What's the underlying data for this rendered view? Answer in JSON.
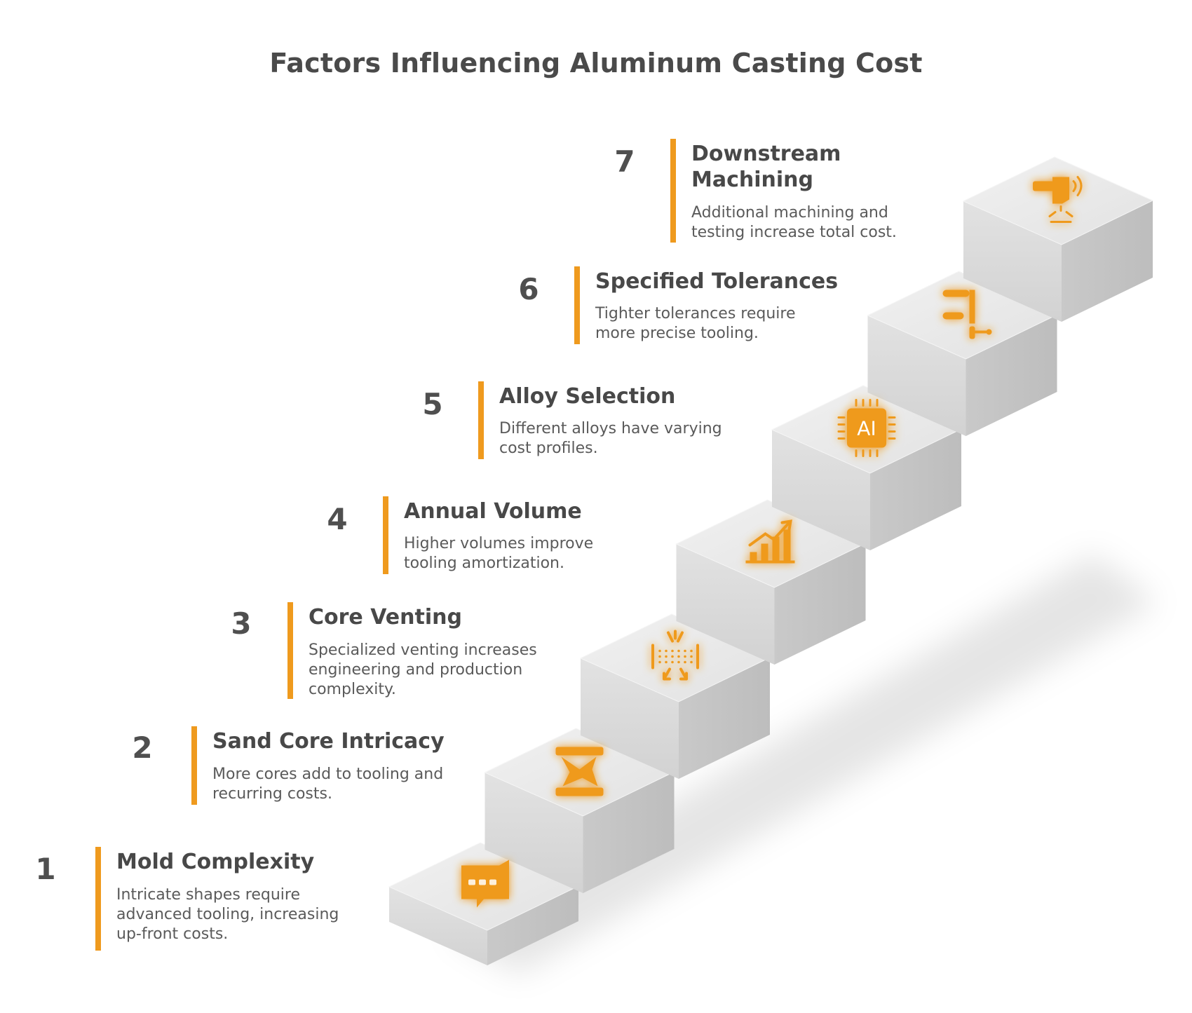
{
  "title": "Factors Influencing Aluminum Casting Cost",
  "colors": {
    "accent": "#ef9a1e",
    "text_dark": "#484848",
    "text_body": "#5a5a5a",
    "step_top": "#e9e9e9",
    "step_front": "#dcdcdc",
    "step_side": "#cbcbcb"
  },
  "steps": [
    {
      "number": "1",
      "title_lines": [
        "Mold Complexity"
      ],
      "desc_lines": [
        "Intricate shapes require",
        "advanced tooling, increasing",
        "up-front costs."
      ],
      "icon": "mold-icon"
    },
    {
      "number": "2",
      "title_lines": [
        "Sand Core Intricacy"
      ],
      "desc_lines": [
        "More cores add to tooling and",
        "recurring costs."
      ],
      "icon": "sand-core-icon"
    },
    {
      "number": "3",
      "title_lines": [
        "Core Venting"
      ],
      "desc_lines": [
        "Specialized venting increases",
        "engineering and production",
        "complexity."
      ],
      "icon": "venting-icon"
    },
    {
      "number": "4",
      "title_lines": [
        "Annual Volume"
      ],
      "desc_lines": [
        "Higher volumes improve",
        "tooling amortization."
      ],
      "icon": "growth-chart-icon"
    },
    {
      "number": "5",
      "title_lines": [
        "Alloy Selection"
      ],
      "desc_lines": [
        "Different alloys have varying",
        "cost profiles."
      ],
      "icon": "chip-icon",
      "icon_text": "AI"
    },
    {
      "number": "6",
      "title_lines": [
        "Specified Tolerances"
      ],
      "desc_lines": [
        "Tighter tolerances require",
        "more precise tooling."
      ],
      "icon": "caliper-icon"
    },
    {
      "number": "7",
      "title_lines": [
        "Downstream",
        "Machining"
      ],
      "desc_lines": [
        "Additional machining and",
        "testing increase total cost."
      ],
      "icon": "machining-tool-icon"
    }
  ]
}
